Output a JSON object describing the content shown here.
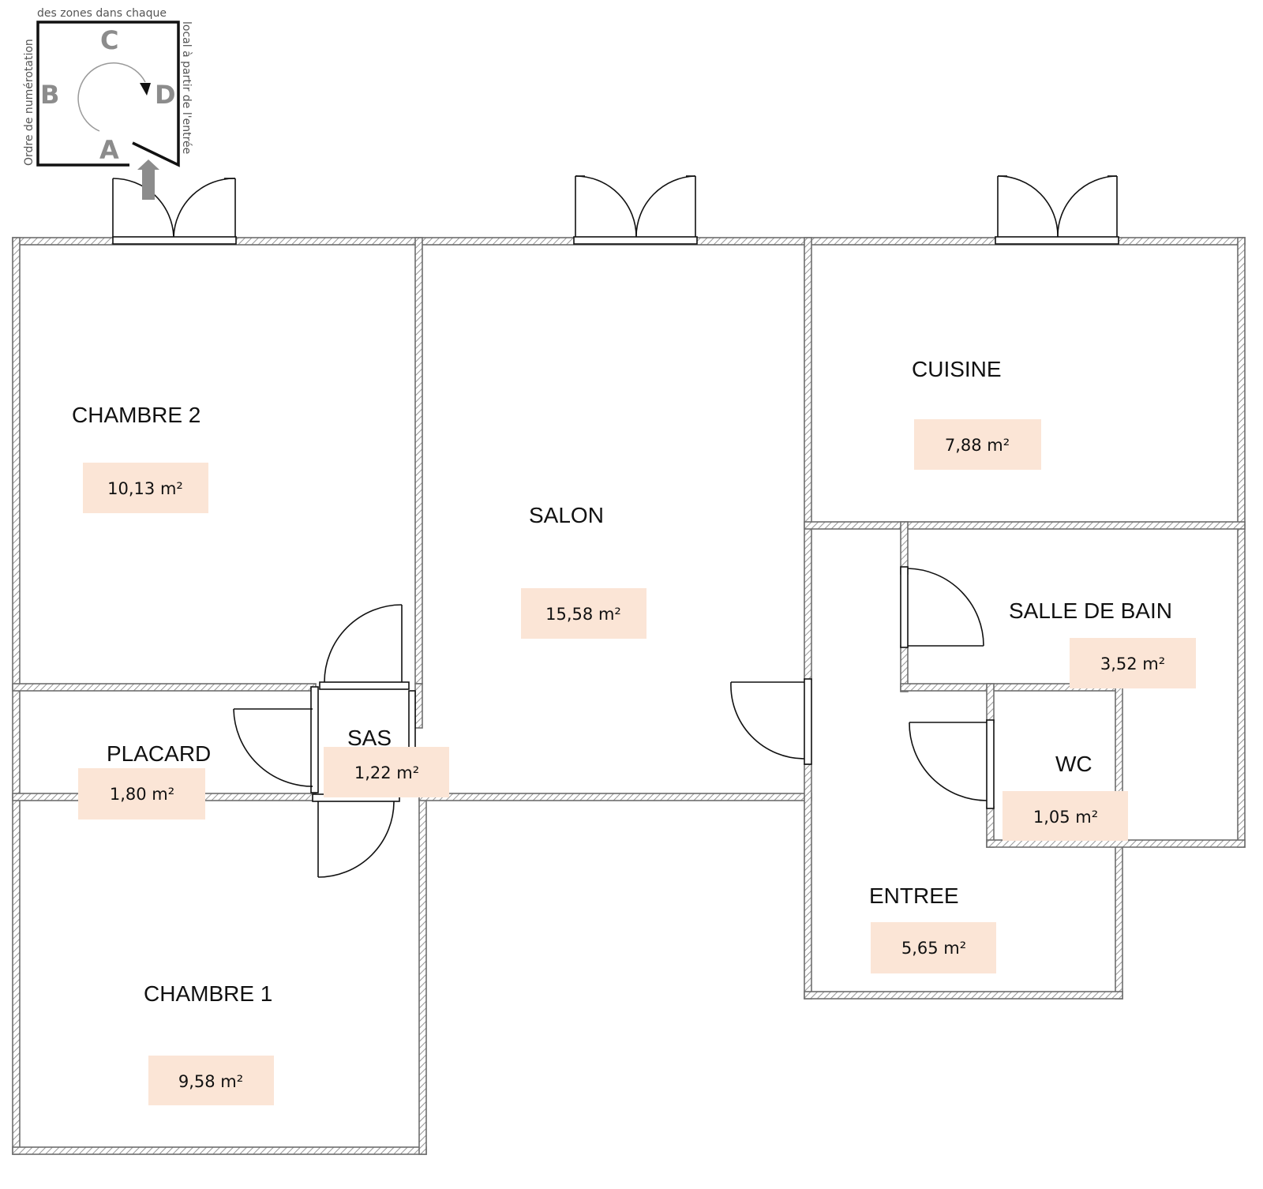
{
  "legend": {
    "text_top": "des zones dans chaque",
    "text_left": "Ordre de numérotation",
    "text_right": "local à partir de l'entrée",
    "letters": {
      "a": "A",
      "b": "B",
      "c": "C",
      "d": "D"
    }
  },
  "rooms": {
    "chambre2": {
      "name": "CHAMBRE 2",
      "area": "10,13 m²"
    },
    "salon": {
      "name": "SALON",
      "area": "15,58 m²"
    },
    "cuisine": {
      "name": "CUISINE",
      "area": "7,88 m²"
    },
    "salle_de_bain": {
      "name": "SALLE DE BAIN",
      "area": "3,52 m²"
    },
    "placard": {
      "name": "PLACARD",
      "area": "1,80 m²"
    },
    "sas": {
      "name": "SAS",
      "area": "1,22 m²"
    },
    "wc": {
      "name": "WC",
      "area": "1,05 m²"
    },
    "entree": {
      "name": "ENTREE",
      "area": "5,65 m²"
    },
    "chambre1": {
      "name": "CHAMBRE 1",
      "area": "9,58 m²"
    }
  },
  "colors": {
    "area_box": "#fbe5d6",
    "wall_hatch": "#8a8a8a",
    "legend_letters": "#8c8c8c"
  }
}
